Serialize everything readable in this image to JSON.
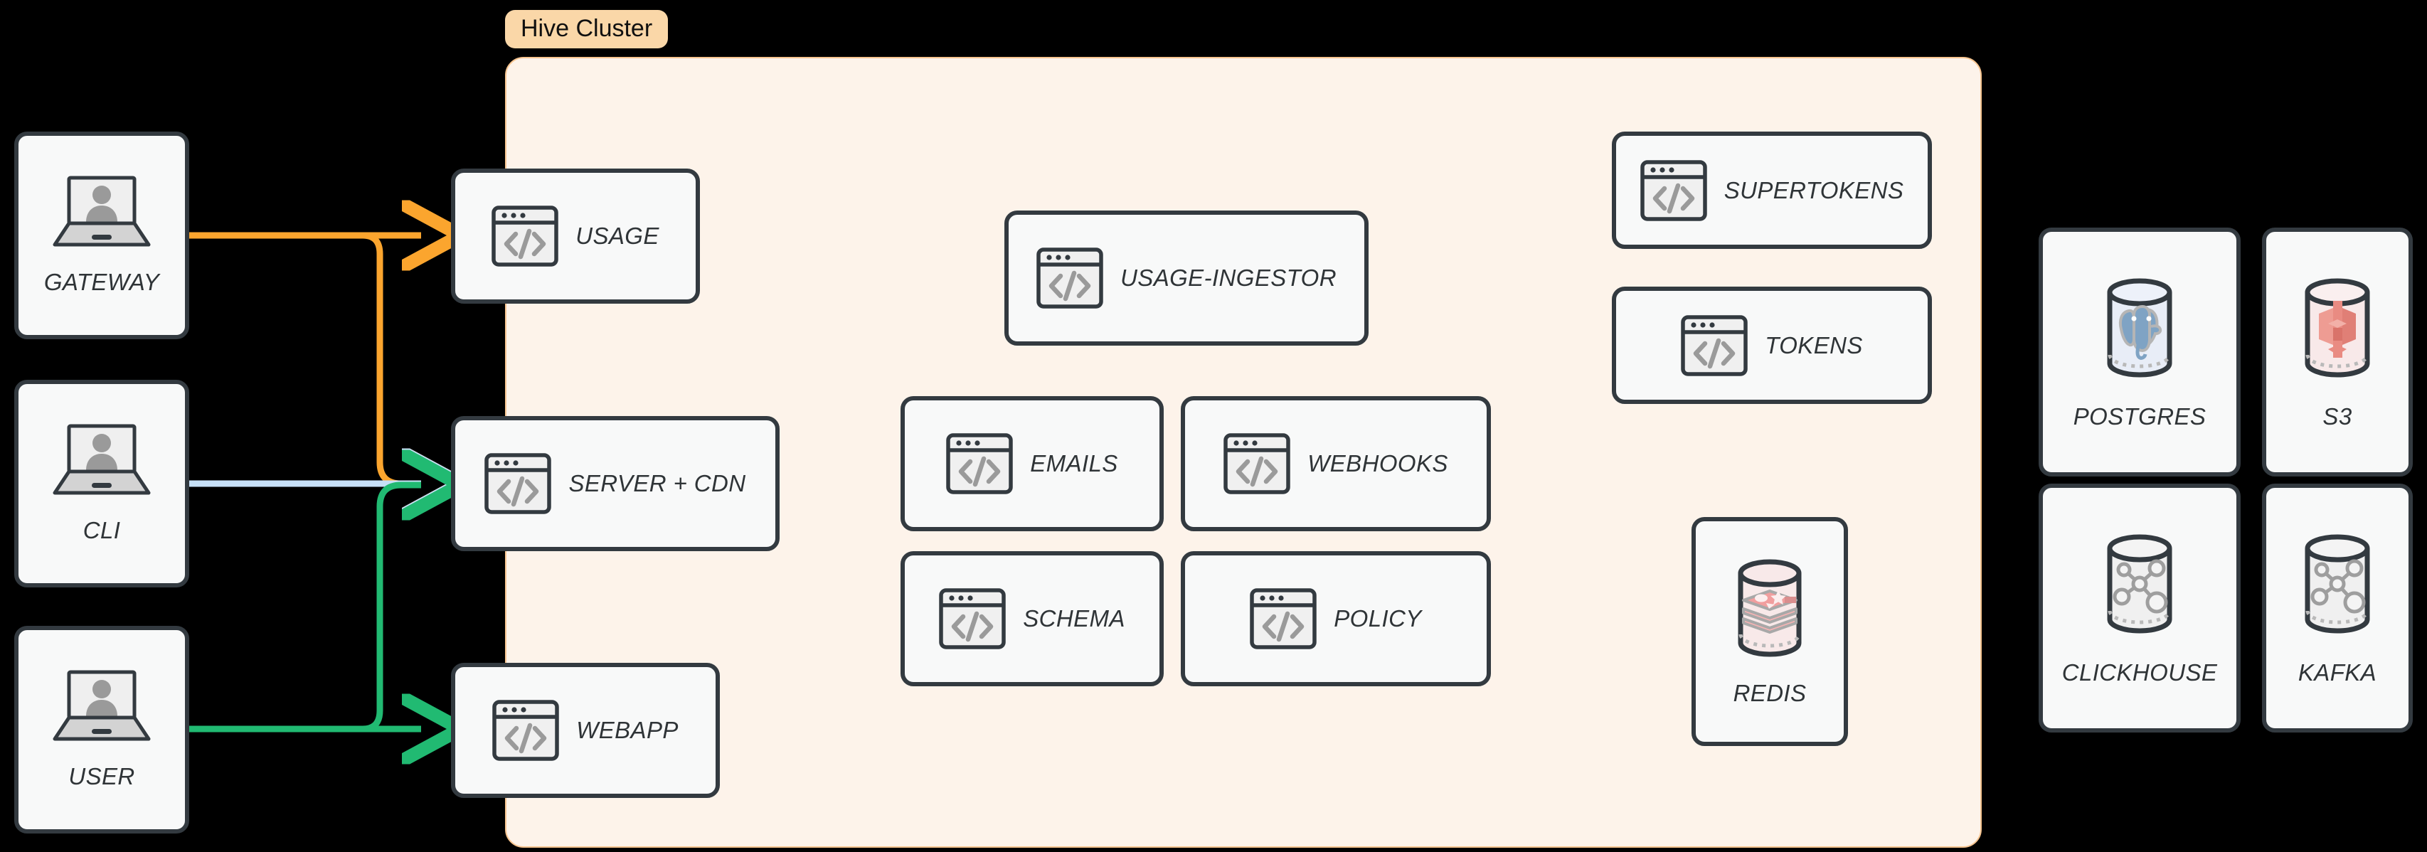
{
  "cluster": {
    "label": "Hive Cluster",
    "label_bg": "#FAD7A8",
    "body_bg": "#FDF3EA",
    "border": "#F7C48F"
  },
  "clients": [
    {
      "label": "GATEWAY",
      "icon": "laptop-user-icon"
    },
    {
      "label": "CLI",
      "icon": "laptop-user-icon"
    },
    {
      "label": "USER",
      "icon": "laptop-user-icon"
    }
  ],
  "edge_services": [
    {
      "label": "USAGE",
      "icon": "code-window-icon"
    },
    {
      "label": "SERVER + CDN",
      "icon": "code-window-icon"
    },
    {
      "label": "WEBAPP",
      "icon": "code-window-icon"
    }
  ],
  "core_services": [
    {
      "label": "USAGE-INGESTOR",
      "icon": "code-window-icon"
    },
    {
      "label": "EMAILS",
      "icon": "code-window-icon"
    },
    {
      "label": "WEBHOOKS",
      "icon": "code-window-icon"
    },
    {
      "label": "SCHEMA",
      "icon": "code-window-icon"
    },
    {
      "label": "POLICY",
      "icon": "code-window-icon"
    }
  ],
  "auth_services": [
    {
      "label": "SUPERTOKENS",
      "icon": "code-window-icon"
    },
    {
      "label": "TOKENS",
      "icon": "code-window-icon"
    }
  ],
  "cache": [
    {
      "label": "REDIS",
      "icon": "redis-cylinder-icon"
    }
  ],
  "datastores": [
    {
      "label": "POSTGRES",
      "icon": "postgres-cylinder-icon"
    },
    {
      "label": "S3",
      "icon": "s3-cylinder-icon"
    },
    {
      "label": "CLICKHOUSE",
      "icon": "clickhouse-cylinder-icon"
    },
    {
      "label": "KAFKA",
      "icon": "kafka-cylinder-icon"
    }
  ],
  "connections": [
    {
      "from": "GATEWAY",
      "to": "USAGE",
      "color": "#FBA52E",
      "name": "gateway-to-usage-arrow"
    },
    {
      "from": "GATEWAY",
      "to": "SERVER + CDN",
      "color": "#FBA52E",
      "name": "gateway-to-server-arrow"
    },
    {
      "from": "CLI",
      "to": "SERVER + CDN",
      "color": "#C7E0F7",
      "name": "cli-to-server-arrow"
    },
    {
      "from": "USER",
      "to": "SERVER + CDN",
      "color": "#21BA72",
      "name": "user-to-server-arrow"
    },
    {
      "from": "USER",
      "to": "WEBAPP",
      "color": "#21BA72",
      "name": "user-to-webapp-arrow"
    }
  ],
  "colors": {
    "background": "#000000",
    "card_fill": "#F8F9F9",
    "card_stroke": "#333A40",
    "label_text": "#2F3437",
    "orange": "#FBA52E",
    "green": "#21BA72",
    "blue": "#C7E0F7"
  }
}
